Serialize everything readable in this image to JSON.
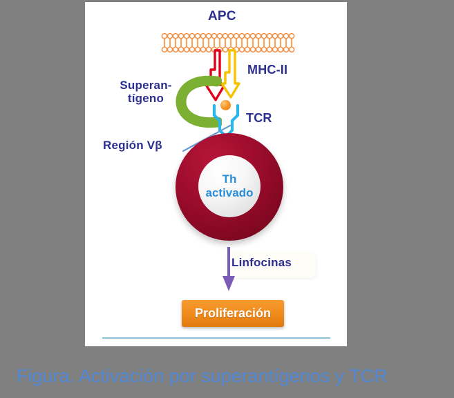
{
  "figure": {
    "caption": "Figura. Activación por superantígenos y TCR",
    "caption_color": "#5189d8",
    "background_color": "#808080",
    "card_color": "#ffffff"
  },
  "labels": {
    "apc": "APC",
    "mhc_ii": "MHC-II",
    "tcr": "TCR",
    "superantigen_line1": "Superan-",
    "superantigen_line2": "tígeno",
    "region_vb": "Región Vβ",
    "lymphokines": "Linfocinas",
    "label_color": "#2b2f8f"
  },
  "cell": {
    "line1": "Th",
    "line2": "activado",
    "membrane_color": "#9c0c2c",
    "nucleus_color": "#f0f0f0",
    "text_color": "#2a8fd8"
  },
  "outcome": {
    "label": "Proliferación",
    "box_color": "#f08b1c",
    "text_color": "#ffffff"
  },
  "elements": {
    "apc_membrane_color": "#f4843c",
    "mhc_alpha_chain_color": "#e2001a",
    "mhc_beta_chain_color": "#f5c400",
    "superantigen_color": "#7cb033",
    "tcr_color": "#29b6ea",
    "peptide_color": "#f0890f",
    "lymphokine_arrow_color": "#7a5bb5",
    "leader_line_color": "#6a9fd4",
    "card_rule_color": "#8fc0d8"
  }
}
